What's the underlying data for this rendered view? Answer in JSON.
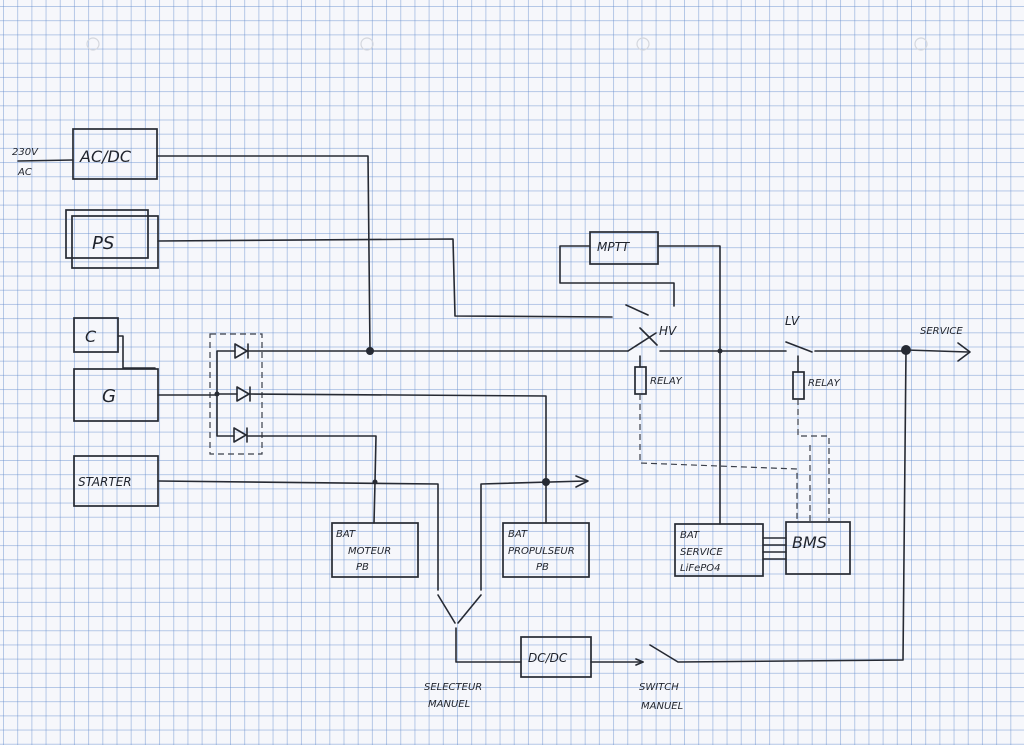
{
  "labels": {
    "input_230v": "230V",
    "input_ac": "AC",
    "ac_dc": "AC/DC",
    "ps": "PS",
    "c": "C",
    "g": "G",
    "starter": "STARTER",
    "mptt": "MPTT",
    "hv": "HV",
    "lv": "LV",
    "relay_hv": "RELAY",
    "relay_lv": "RELAY",
    "service": "SERVICE",
    "bat_moteur_l1": "BAT",
    "bat_moteur_l2": "MOTEUR",
    "bat_moteur_l3": "PB",
    "bat_prop_l1": "BAT",
    "bat_prop_l2": "PROPULSEUR",
    "bat_prop_l3": "PB",
    "bat_service_l1": "BAT",
    "bat_service_l2": "SERVICE",
    "bat_service_l3": "LiFePO4",
    "bms": "BMS",
    "dc_dc": "DC/DC",
    "selecteur_l1": "SELECTEUR",
    "selecteur_l2": "MANUEL",
    "switch_l1": "SWITCH",
    "switch_l2": "MANUEL"
  },
  "colors": {
    "ink": "#262a33",
    "grid": "#648ccd",
    "paper": "#f6f7fb"
  }
}
